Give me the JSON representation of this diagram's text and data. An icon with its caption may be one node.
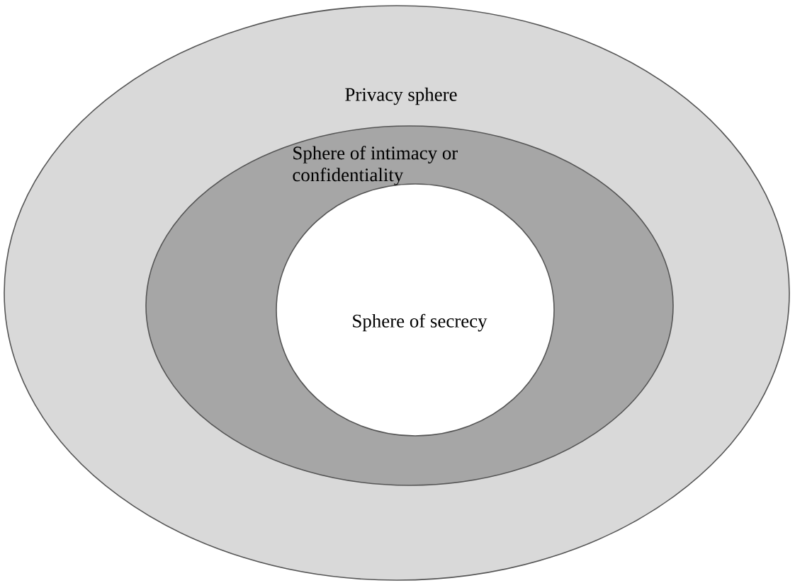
{
  "diagram": {
    "nodes": [
      {
        "text": [
          "Privacy sphere"
        ]
      },
      {
        "text": [
          "Sphere of intimacy or confidentiality"
        ],
        "in": 0
      },
      {
        "text": [
          "Sphere of secrecy"
        ],
        "in": 1
      }
    ]
  }
}
